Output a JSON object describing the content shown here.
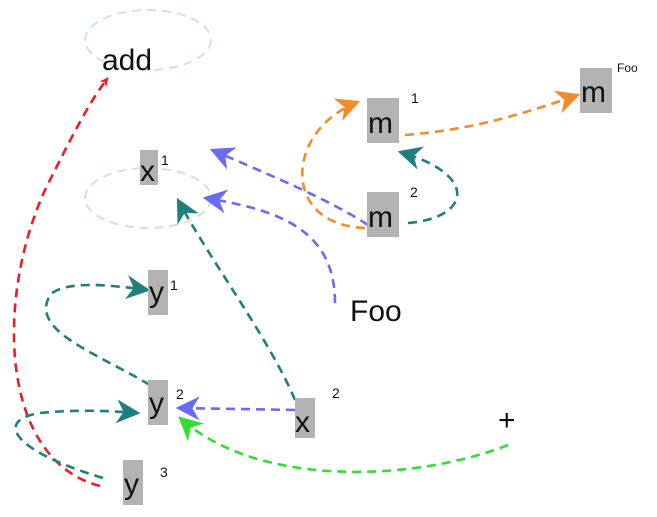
{
  "nodes": {
    "add": {
      "label": "add"
    },
    "x1": {
      "label": "x",
      "sup": "1"
    },
    "m1": {
      "label": "m",
      "sup": "1"
    },
    "mfoo": {
      "label": "m",
      "sup": "Foo"
    },
    "m2": {
      "label": "m",
      "sup": "2"
    },
    "foo": {
      "label": "Foo"
    },
    "y1": {
      "label": "y",
      "sup": "1"
    },
    "y2": {
      "label": "y",
      "sup": "2"
    },
    "x2": {
      "label": "x",
      "sup": "2"
    },
    "plus": {
      "label": "+"
    },
    "y3": {
      "label": "y",
      "sup": "3"
    }
  },
  "colors": {
    "red": "#ee1c25",
    "orange": "#f28c28",
    "blue": "#6b6bf2",
    "teal": "#1f7f7c",
    "green": "#33dd33",
    "ring": "#cfe5cf",
    "box": "#b3b3b3"
  }
}
